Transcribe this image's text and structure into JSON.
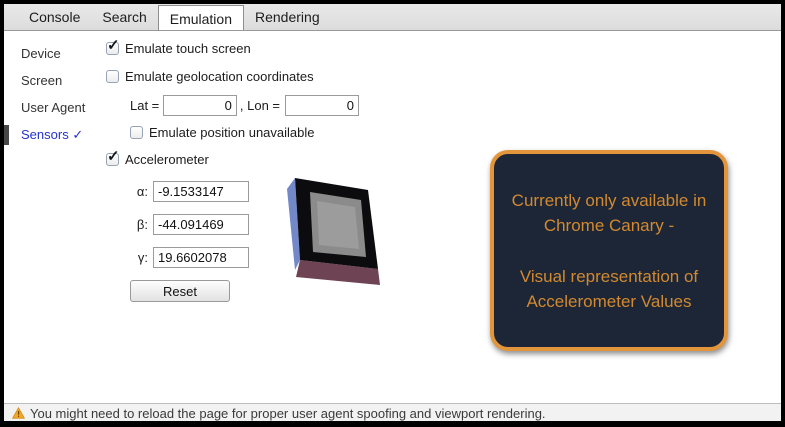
{
  "tabs": [
    {
      "label": "Console",
      "active": false
    },
    {
      "label": "Search",
      "active": false
    },
    {
      "label": "Emulation",
      "active": true
    },
    {
      "label": "Rendering",
      "active": false
    }
  ],
  "sidebar": {
    "items": [
      {
        "label": "Device",
        "selected": false
      },
      {
        "label": "Screen",
        "selected": false
      },
      {
        "label": "User Agent",
        "selected": false
      },
      {
        "label": "Sensors",
        "badge": "✓",
        "selected": true
      }
    ]
  },
  "emulation": {
    "touch": {
      "label": "Emulate touch screen",
      "checked": true
    },
    "geolocation": {
      "label": "Emulate geolocation coordinates",
      "checked": false
    },
    "lat_label": "Lat =",
    "lat_value": "0",
    "lon_label": ", Lon =",
    "lon_value": "0",
    "position_unavailable": {
      "label": "Emulate position unavailable",
      "checked": false
    },
    "accelerometer": {
      "label": "Accelerometer",
      "checked": true
    },
    "alpha_label": "α:",
    "alpha_value": "-9.1533147",
    "beta_label": "β:",
    "beta_value": "-44.091469",
    "gamma_label": "γ:",
    "gamma_value": "19.6602078",
    "reset_label": "Reset"
  },
  "device_visual": {
    "name": "accelerometer-3d-device-preview",
    "colors": {
      "front": "#0c0c0e",
      "screen": "#8b8b8b",
      "screen_highlight": "#9c9c9c",
      "side_left": "#7388c9",
      "side_bottom": "#6e4353"
    }
  },
  "annotation": {
    "line1": "Currently only available in Chrome Canary -",
    "line2": "Visual representation of Accelerometer Values",
    "bg": "#1c2637",
    "border_color": "#e2953a",
    "text_color": "#d2892f"
  },
  "footer": {
    "text": "You might need to reload the page for proper user agent spoofing and viewport rendering."
  }
}
